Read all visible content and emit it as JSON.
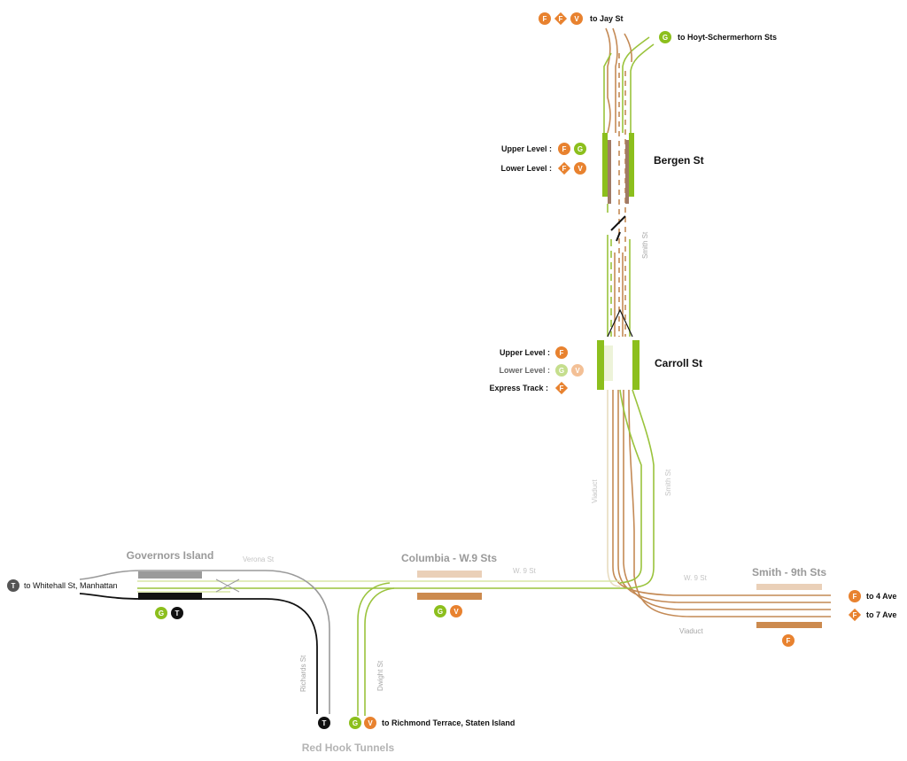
{
  "colors": {
    "ind_orange": "#e8822f",
    "crosstown_green": "#8cbf1d",
    "t_black": "#111111",
    "track_tan": "#c48a55",
    "track_light": "#e8dcc0",
    "track_green": "#9ac33c",
    "platform_green": "#8cbf1d",
    "platform_grey": "#9a9a9a",
    "platform_tan": "#cc8a4e",
    "platform_light": "#ead0b8"
  },
  "destinations": {
    "jay": {
      "label": "to Jay St",
      "routes": [
        "F",
        "F",
        "V"
      ]
    },
    "hoyt": {
      "label": "to Hoyt-Schermerhorn Sts",
      "routes": [
        "G"
      ]
    },
    "whitehall": {
      "label": "to Whitehall St, Manhattan",
      "routes": [
        "T"
      ]
    },
    "four_ave": {
      "label": "to 4 Ave",
      "routes": [
        "F"
      ]
    },
    "seven_ave": {
      "label": "to 7 Ave",
      "routes": [
        "F"
      ]
    },
    "richmond": {
      "label": "to Richmond Terrace, Staten Island",
      "routes": [
        "T",
        "G",
        "V"
      ]
    }
  },
  "stations": {
    "bergen": {
      "name": "Bergen St",
      "upper_label": "Upper Level :",
      "upper_routes": [
        "F",
        "G"
      ],
      "lower_label": "Lower Level :",
      "lower_routes": [
        "F",
        "V"
      ]
    },
    "carroll": {
      "name": "Carroll St",
      "upper_label": "Upper Level :",
      "upper_routes": [
        "F"
      ],
      "lower_label": "Lower Level :",
      "lower_routes": [
        "G",
        "V"
      ],
      "express_label": "Express Track :",
      "express_routes": [
        "F"
      ]
    },
    "governors": {
      "name": "Governors Island",
      "routes": [
        "G",
        "T"
      ]
    },
    "columbia": {
      "name": "Columbia - W.9 Sts",
      "routes": [
        "G",
        "V"
      ]
    },
    "smith9": {
      "name": "Smith - 9th Sts",
      "routes": [
        "F"
      ]
    }
  },
  "streets": {
    "smith_upper": "Smith St",
    "smith_lower": "Smith St",
    "viaduct_vertical": "Viaduct",
    "viaduct_horizontal": "Viaduct",
    "verona": "Verona St",
    "w9_left": "W. 9 St",
    "w9_right": "W. 9 St",
    "richards": "Richards St",
    "dwight": "Dwight St"
  },
  "tunnel_label": "Red Hook Tunnels"
}
